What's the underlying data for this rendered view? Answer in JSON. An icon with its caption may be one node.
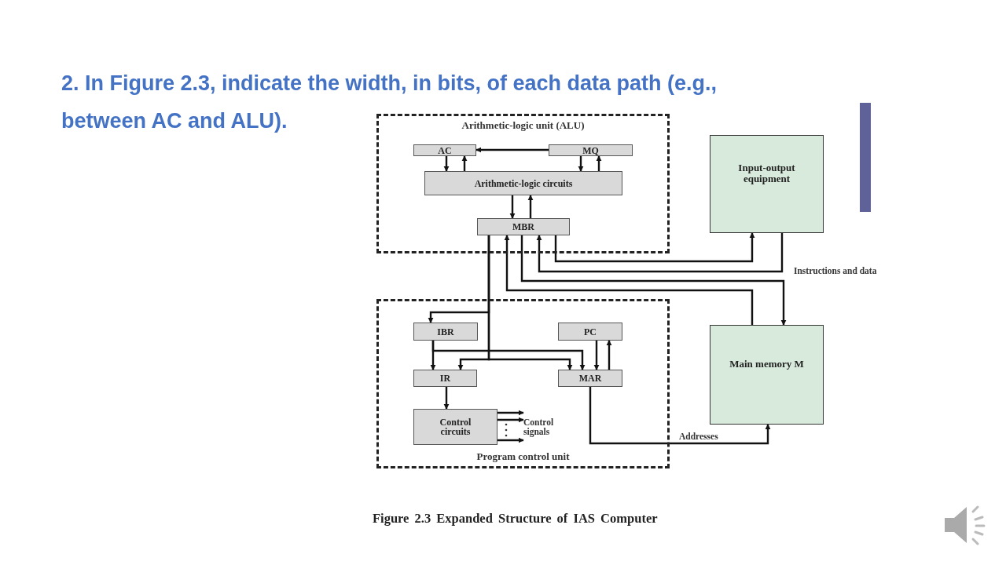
{
  "diagram": {
    "title": "2. In Figure 2.3, indicate the width, in bits, of each data path (e.g., between AC and ALU).",
    "caption": "Figure 2.3 Expanded Structure of IAS Computer",
    "nodes": [
      {
        "text": [
          "Arithmetic-logic unit (ALU)"
        ]
      },
      {
        "text": [
          "AC"
        ],
        "in": 0
      },
      {
        "text": [
          "MQ"
        ],
        "in": 0
      },
      {
        "text": [
          "Arithmetic-logic circuits"
        ],
        "in": 0
      },
      {
        "text": [
          "MBR"
        ],
        "in": 0
      },
      {
        "text": [
          "Program control unit"
        ]
      },
      {
        "text": [
          "IBR"
        ],
        "in": 5
      },
      {
        "text": [
          "PC"
        ],
        "in": 5
      },
      {
        "text": [
          "IR"
        ],
        "in": 5
      },
      {
        "text": [
          "MAR"
        ],
        "in": 5
      },
      {
        "text": [
          "Control circuits"
        ],
        "in": 5
      },
      {
        "text": [
          "Input-output equipment"
        ]
      },
      {
        "text": [
          "Main memory M"
        ]
      },
      {
        "text": [
          "Control signals"
        ],
        "in": 5
      }
    ],
    "edges": [
      {
        "from": 2,
        "to": 1,
        "arrow": "to"
      },
      {
        "from": 1,
        "to": 3,
        "arrow": "to"
      },
      {
        "from": 3,
        "to": 1,
        "arrow": "to"
      },
      {
        "from": 2,
        "to": 3,
        "arrow": "to"
      },
      {
        "from": 3,
        "to": 2,
        "arrow": "to"
      },
      {
        "from": 3,
        "to": 4,
        "arrow": "to"
      },
      {
        "from": 4,
        "to": 3,
        "arrow": "to"
      },
      {
        "from": 4,
        "to": 11,
        "arrow": "to"
      },
      {
        "from": 11,
        "to": 4,
        "arrow": "to"
      },
      {
        "from": 4,
        "to": 12,
        "arrow": "to"
      },
      {
        "from": 12,
        "to": 4,
        "arrow": "to"
      },
      {
        "from": 4,
        "to": 6,
        "arrow": "to"
      },
      {
        "from": 4,
        "to": 8,
        "arrow": "to"
      },
      {
        "from": 4,
        "to": 9,
        "arrow": "to"
      },
      {
        "from": 6,
        "to": 8,
        "arrow": "to"
      },
      {
        "from": 6,
        "to": 9,
        "arrow": "to"
      },
      {
        "from": 7,
        "to": 9,
        "arrow": "to"
      },
      {
        "from": 9,
        "to": 7,
        "arrow": "to"
      },
      {
        "from": 8,
        "to": 10,
        "arrow": "to"
      },
      {
        "from": 9,
        "to": 12,
        "arrow": "to",
        "label": "Addresses"
      },
      {
        "from": 10,
        "to": 13,
        "arrow": "to"
      },
      {
        "from": 10,
        "to": 13,
        "arrow": "to"
      },
      {
        "from": 10,
        "to": 13,
        "arrow": "to"
      }
    ],
    "labels": [
      "Instructions and data"
    ]
  }
}
